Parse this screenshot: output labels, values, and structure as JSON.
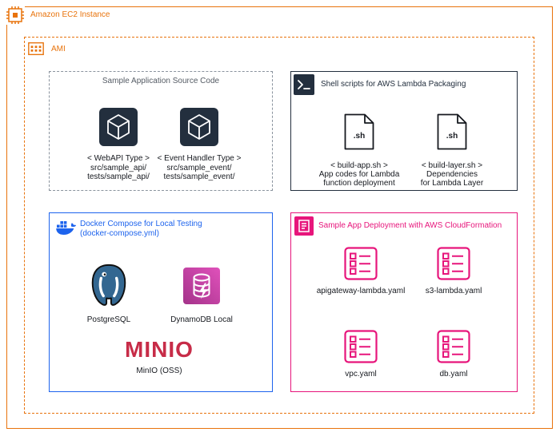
{
  "colors": {
    "orange": "#E8730C",
    "dark": "#232F3E",
    "gray": "#8A939E",
    "gray-text": "#545B64",
    "blue": "#1D63ED",
    "pink": "#E7157B",
    "magenta-1": "#A4338A",
    "magenta-2": "#E051BB",
    "minio-red": "#C72C48",
    "pg-blue": "#336791",
    "text": "#16191F"
  },
  "ec2": {
    "label": "Amazon EC2 Instance"
  },
  "ami": {
    "label": "AMI"
  },
  "source_code": {
    "title": "Sample Application Source Code",
    "items": [
      {
        "lines": [
          "< WebAPI Type >",
          "src/sample_api/",
          "tests/sample_api/"
        ]
      },
      {
        "lines": [
          "< Event Handler Type >",
          "src/sample_event/",
          "tests/sample_event/"
        ]
      }
    ]
  },
  "shell": {
    "title": "Shell scripts for AWS Lambda Packaging",
    "items": [
      {
        "ext": ".sh",
        "lines": [
          "< build-app.sh >",
          "App codes for Lambda",
          "function deployment"
        ]
      },
      {
        "ext": ".sh",
        "lines": [
          "< build-layer.sh >",
          "Dependencies",
          "for Lambda Layer"
        ]
      }
    ]
  },
  "docker": {
    "title_line1": "Docker Compose for Local Testing",
    "title_line2": "(docker-compose.yml)",
    "postgres_label": "PostgreSQL",
    "dynamodb_label": "DynamoDB Local",
    "minio_logo": "MINIO",
    "minio_label": "MinIO (OSS)"
  },
  "cfn": {
    "title": "Sample App Deployment with AWS CloudFormation",
    "items": [
      {
        "label": "apigateway-lambda.yaml"
      },
      {
        "label": "s3-lambda.yaml"
      },
      {
        "label": "vpc.yaml"
      },
      {
        "label": "db.yaml"
      }
    ]
  }
}
